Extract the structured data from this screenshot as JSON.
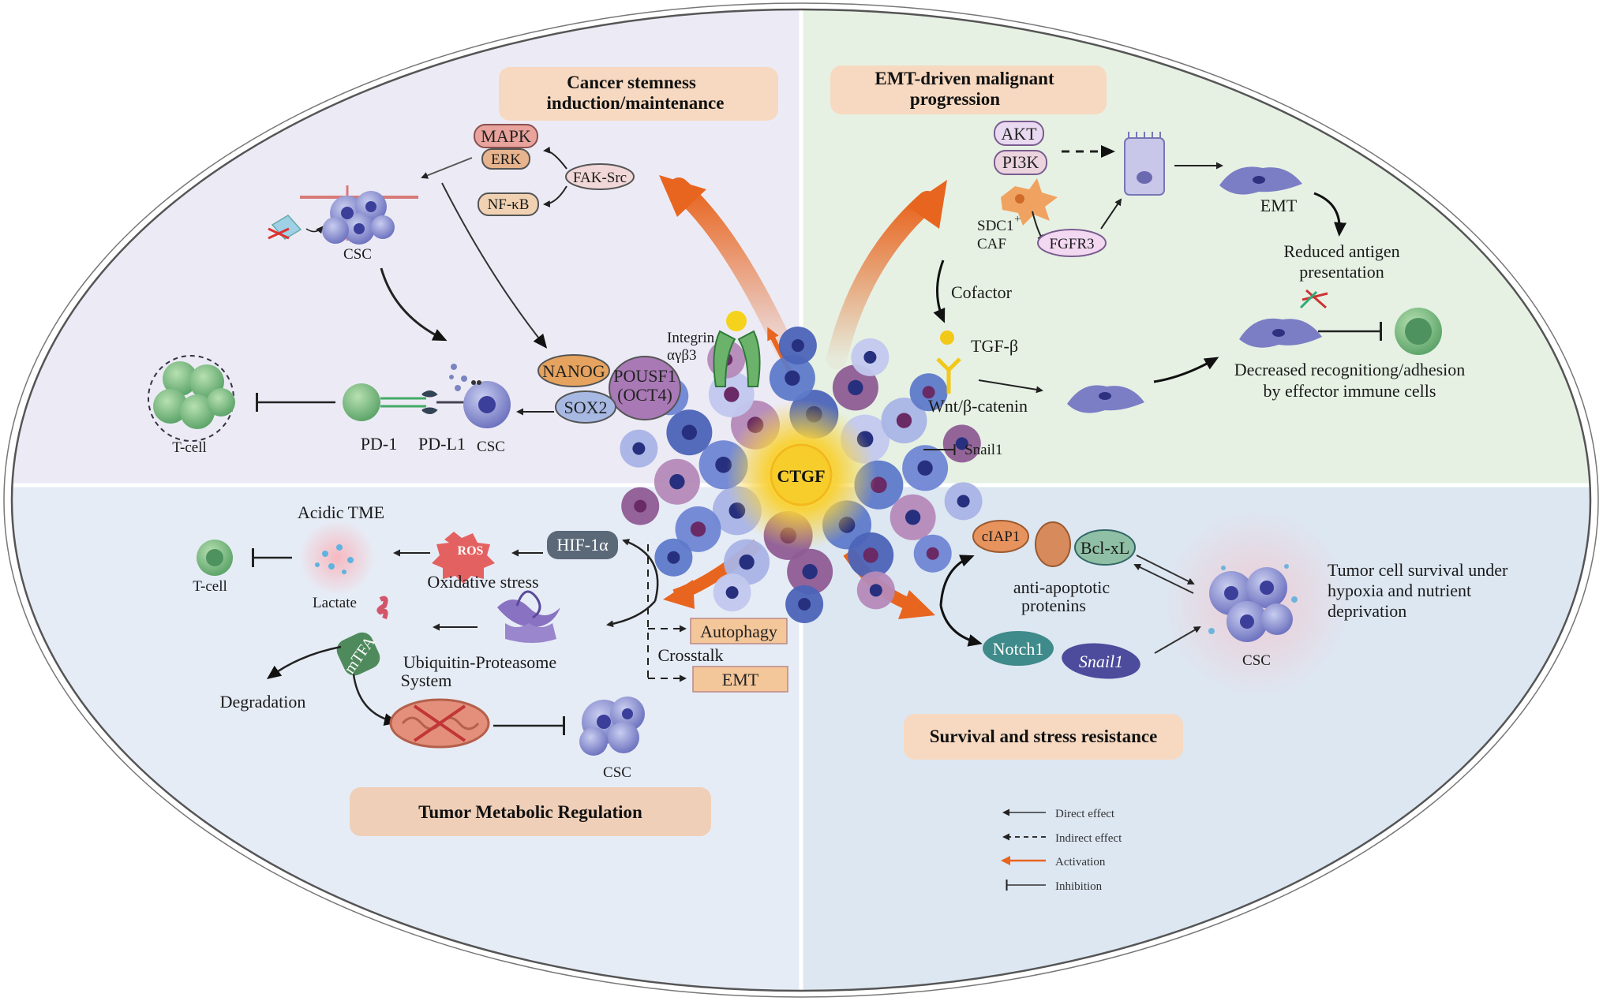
{
  "colors": {
    "q1_bg": "#ecebf5",
    "q2_bg": "#e6f1e4",
    "q3_bg": "#e6ecf6",
    "q4_bg": "#e1eaf3",
    "title_box": "#f7d9c1",
    "activation": "#e8651f",
    "tumor_blue": "#5e7ac9",
    "tumor_purple": "#8e5c93",
    "ctgf_core": "#f7d23a"
  },
  "center": {
    "label": "CTGF"
  },
  "titles": {
    "q1_line1": "Cancer stemness",
    "q1_line2": "induction/maintenance",
    "q2_line1": "EMT-driven  malignant",
    "q2_line2": "progression",
    "q3": "Tumor Metabolic Regulation",
    "q4": "Survival and stress resistance"
  },
  "q1": {
    "mapk": "MAPK",
    "erk": "ERK",
    "fak_src": "FAK-Src",
    "nfkb": "NF-κB",
    "csc_top": "CSC",
    "nanog": "NANOG",
    "pousf1_line1": "POUSF1",
    "pousf1_line2": "(OCT4)",
    "sox2": "SOX2",
    "integrin_line1": "Integrin",
    "integrin_line2": "αγβ3",
    "tcell": "T-cell",
    "pd1": "PD-1",
    "pdl1": "PD-L1",
    "csc_bottom": "CSC"
  },
  "q2": {
    "akt": "AKT",
    "pi3k": "PI3K",
    "emt": "EMT",
    "sdc1": "SDC1",
    "sdc1_sup": "+",
    "caf": "CAF",
    "fgfr3": "FGFR3",
    "cofactor": "Cofactor",
    "reduced_line1": "Reduced antigen",
    "reduced_line2": "presentation",
    "tgfb": "TGF-β",
    "wnt": "Wnt/β-catenin",
    "decreased_line1": "Decreased recognitiong/adhesion",
    "decreased_line2": "by effector immune cells",
    "snail1": "Snail1"
  },
  "q3": {
    "acidic_tme": "Acidic TME",
    "hif1a": "HIF-1α",
    "ros": "ROS",
    "oxidative": "Oxidative stress",
    "tcell": "T-cell",
    "lactate": "Lactate",
    "mtfa": "mTFA",
    "autophagy": "Autophagy",
    "crosstalk": "Crosstalk",
    "emt": "EMT",
    "ups_line1": "Ubiquitin-Proteasome",
    "ups_line2": "System",
    "degradation": "Degradation",
    "csc": "CSC"
  },
  "q4": {
    "ciap1": "cIAP1",
    "bclxl": "Bcl-xL",
    "anti_line1": "anti-apoptotic",
    "anti_line2": "protenins",
    "notch1": "Notch1",
    "snail1": "Snail1",
    "survival_line1": "Tumor cell survival under",
    "survival_line2": "hypoxia and nutrient",
    "survival_line3": "deprivation",
    "csc": "CSC"
  },
  "legend": {
    "direct": "Direct effect",
    "indirect": "Indirect effect",
    "activation": "Activation",
    "inhibition": "Inhibition"
  }
}
